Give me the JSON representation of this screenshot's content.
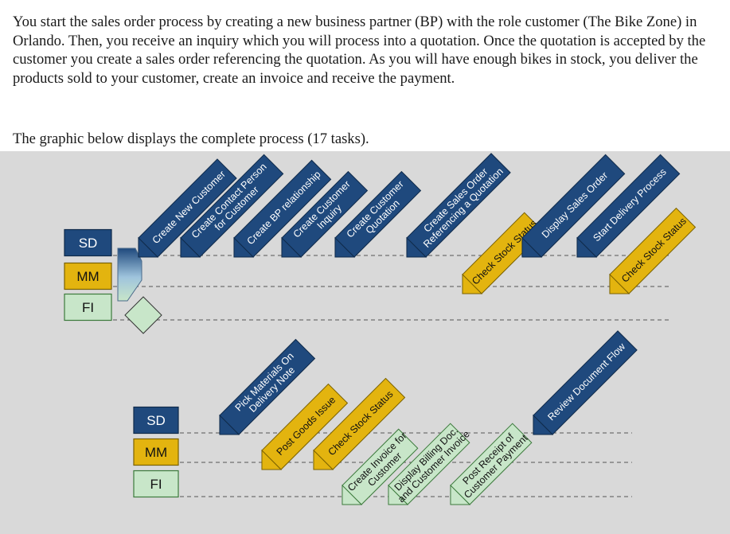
{
  "intro": {
    "paragraph": "You start the sales order process by creating a new business partner (BP) with the role customer (The Bike Zone) in Orlando. Then, you receive an inquiry which you will process into a quotation. Once the quotation is accepted by the customer you create a sales order referencing the quotation. As you will have enough bikes in stock, you deliver the products sold to your customer, create an invoice and receive the payment.",
    "graphic_caption": "The graphic below displays the complete process (17 tasks)."
  },
  "colors": {
    "sd": "#1f497d",
    "mm": "#e3b40f",
    "fi": "#c8e6c9",
    "background": "#d9d9d9"
  },
  "diagram": {
    "top_row": {
      "lanes": [
        "SD",
        "MM",
        "FI"
      ],
      "tasks": [
        {
          "lines": [
            "Create New Customer"
          ],
          "lane": "SD"
        },
        {
          "lines": [
            "Create Contact Person",
            "for Customer"
          ],
          "lane": "SD"
        },
        {
          "lines": [
            "Create BP relationship"
          ],
          "lane": "SD"
        },
        {
          "lines": [
            "Create Customer",
            "Inquiry"
          ],
          "lane": "SD"
        },
        {
          "lines": [
            "Create Customer",
            "Quotation"
          ],
          "lane": "SD"
        },
        {
          "lines": [
            "Create Sales Order",
            "Referencing a Quotation"
          ],
          "lane": "SD"
        },
        {
          "lines": [
            "Check Stock Status"
          ],
          "lane": "MM"
        },
        {
          "lines": [
            "Display Sales Order"
          ],
          "lane": "SD"
        },
        {
          "lines": [
            "Start Delivery Process"
          ],
          "lane": "SD"
        },
        {
          "lines": [
            "Check Stock Status"
          ],
          "lane": "MM"
        }
      ]
    },
    "bottom_row": {
      "lanes": [
        "SD",
        "MM",
        "FI"
      ],
      "tasks": [
        {
          "lines": [
            "Pick Materials On",
            "Delivery Note"
          ],
          "lane": "SD"
        },
        {
          "lines": [
            "Post Goods Issue"
          ],
          "lane": "MM"
        },
        {
          "lines": [
            "Check Stock Status"
          ],
          "lane": "MM"
        },
        {
          "lines": [
            "Create Invoice for",
            "Customer"
          ],
          "lane": "FI"
        },
        {
          "lines": [
            "Display Billing Doc.",
            "and Customer Invoice"
          ],
          "lane": "FI"
        },
        {
          "lines": [
            "Post Receipt of",
            "Customer Payment"
          ],
          "lane": "FI"
        },
        {
          "lines": [
            "Review Document Flow"
          ],
          "lane": "SD"
        }
      ]
    }
  }
}
